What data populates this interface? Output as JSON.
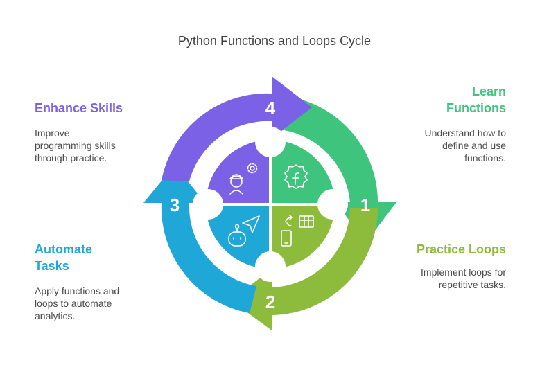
{
  "title": "Python Functions and Loops Cycle",
  "colors": {
    "learn": "#3fc47e",
    "practice": "#8dbb3c",
    "automate": "#1fa7d8",
    "enhance": "#7b61e6",
    "icon_stroke": "#ffffff"
  },
  "stages": [
    {
      "number": "1",
      "title_line1": "Learn",
      "title_line2": "Functions",
      "description_lines": [
        "Understand how to",
        "define and use",
        "functions."
      ],
      "icon": "function-badge-icon"
    },
    {
      "number": "2",
      "title_line1": "Practice Loops",
      "title_line2": "",
      "description_lines": [
        "Implement loops for",
        "repetitive tasks."
      ],
      "icon": "phone-table-sync-icon"
    },
    {
      "number": "3",
      "title_line1": "Automate",
      "title_line2": "Tasks",
      "description_lines": [
        "Apply functions and",
        "loops to automate",
        "analytics."
      ],
      "icon": "robot-send-icon"
    },
    {
      "number": "4",
      "title_line1": "Enhance Skills",
      "title_line2": "",
      "description_lines": [
        "Improve",
        "programming skills",
        "through practice."
      ],
      "icon": "engineer-gear-icon"
    }
  ]
}
